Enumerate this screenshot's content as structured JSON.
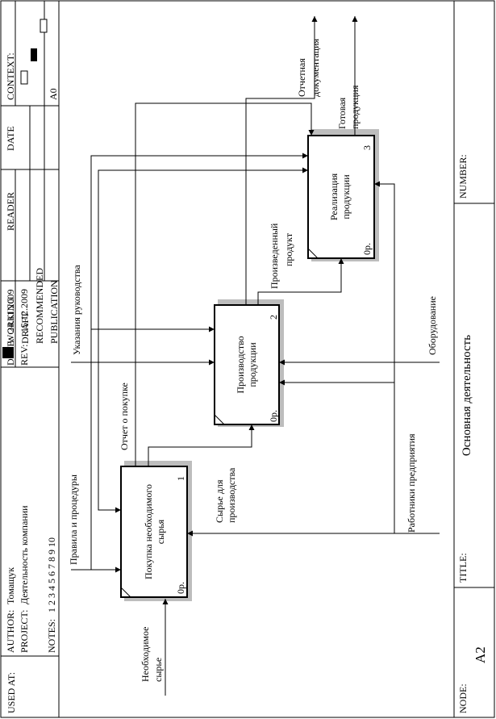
{
  "header": {
    "used_at": "USED AT:",
    "author_label": "AUTHOR:",
    "author": "Томащук",
    "project_label": "PROJECT:",
    "project": "Деятельность компании",
    "date_label": "DATE:",
    "date": "24.11.2009",
    "rev_label": "REV:",
    "rev": "15.12.2009",
    "notes_label": "NOTES:",
    "notes_numbers": "1 2 3 4 5 6 7 8 9 10",
    "status": [
      "WORKING",
      "DRAFT",
      "RECOMMENDED",
      "PUBLICATION"
    ],
    "status_active": "WORKING",
    "reader": "READER",
    "reader_date": "DATE",
    "context": "CONTEXT:",
    "context_node": "A0"
  },
  "footer": {
    "node_label": "NODE:",
    "node": "A2",
    "title_label": "TITLE:",
    "title": "Основная  деятельность",
    "number_label": "NUMBER:"
  },
  "activities": [
    {
      "id": 1,
      "name_lines": [
        "Покупка необходимого",
        "сырья"
      ],
      "number": "1",
      "cost": "0р."
    },
    {
      "id": 2,
      "name_lines": [
        "Производство",
        "продукции"
      ],
      "number": "2",
      "cost": "0р."
    },
    {
      "id": 3,
      "name_lines": [
        "Реализация",
        "продукции"
      ],
      "number": "3",
      "cost": "0р."
    }
  ],
  "arrows": {
    "input_raw": [
      "Необходимое",
      "сырье"
    ],
    "rules": "Правила и процедуры",
    "management": "Указания руководства",
    "purchase_report": "Отчет о покупке",
    "raw_for_production": [
      "Сырье для",
      "производства"
    ],
    "produced_product": [
      "Произведенный",
      "продукт"
    ],
    "employees": "Работники предприятия",
    "equipment": "Оборудование",
    "report_docs": [
      "Отчетная",
      "документация"
    ],
    "finished_product": [
      "Готовая",
      "продукция"
    ]
  },
  "colors": {
    "line": "#000000",
    "shadow": "#bdbdbd",
    "status_marker": "#000000"
  }
}
